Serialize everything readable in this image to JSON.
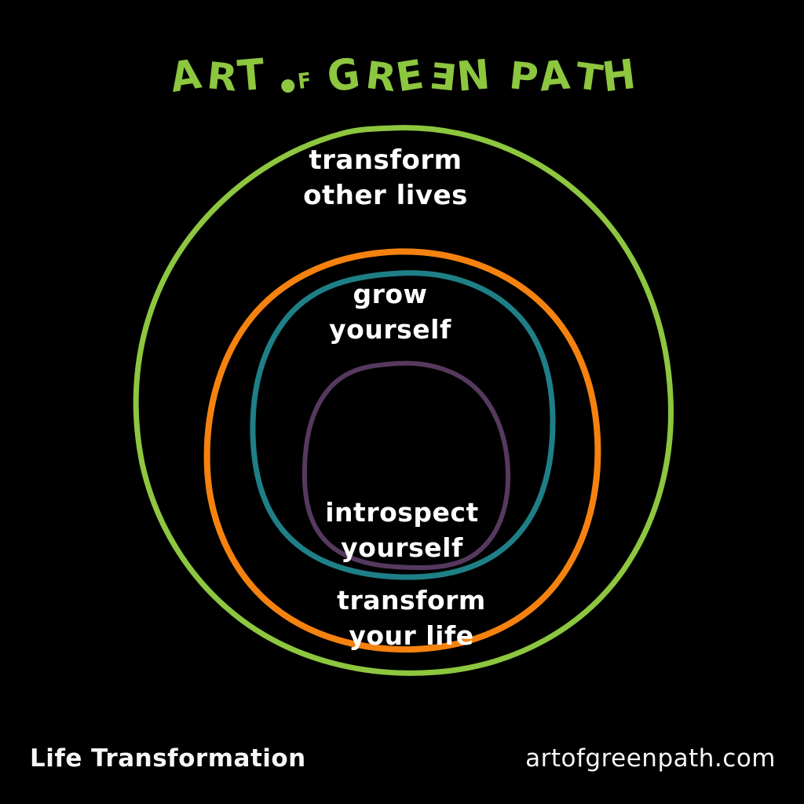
{
  "brand": {
    "logo_text": "ART of GREEN PATH",
    "logo_display": [
      "ART",
      "of",
      "GREƎN",
      "PATH"
    ],
    "logo_color": "#8dc63f"
  },
  "diagram": {
    "type": "nested-rings",
    "rings": [
      {
        "name": "outer-ring",
        "label_line1": "transform",
        "label_line2": "other lives",
        "color": "#8dc63f"
      },
      {
        "name": "second-ring",
        "label_line1": "transform",
        "label_line2": "your life",
        "color": "#f5820f"
      },
      {
        "name": "third-ring",
        "label_line1": "grow",
        "label_line2": "yourself",
        "color": "#1f7f87"
      },
      {
        "name": "inner-ring",
        "label_line1": "introspect",
        "label_line2": "yourself",
        "color": "#56395f"
      }
    ]
  },
  "footer": {
    "left_text": "Life Transformation",
    "right_text": "artofgreenpath.com"
  },
  "colors": {
    "background": "#000000",
    "label_text": "#ffffff",
    "footer_text": "#f7f7f7"
  }
}
